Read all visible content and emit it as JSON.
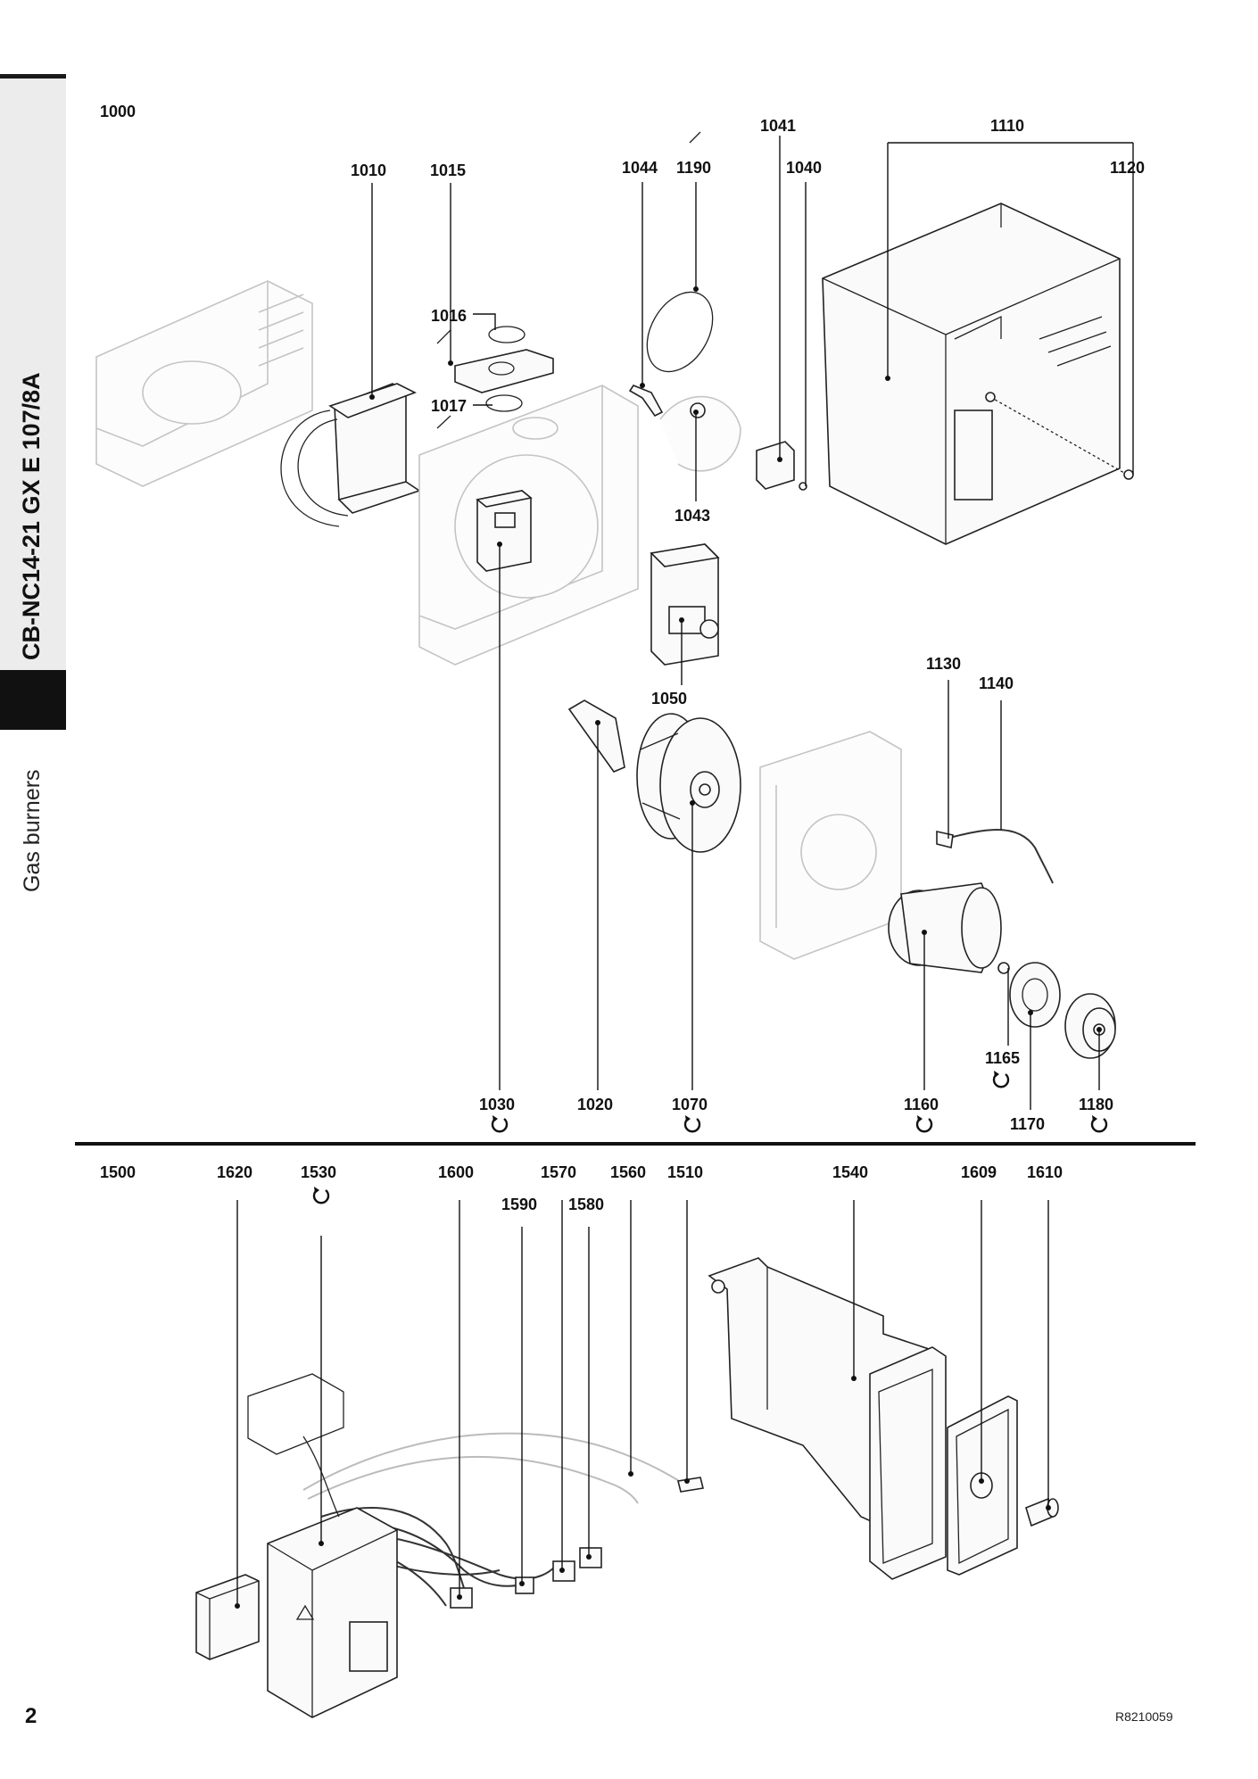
{
  "sidebar": {
    "model": "CB-NC14-21 GX E 107/8A",
    "section": "Gas burners"
  },
  "page_number": "2",
  "drawing_ref": "R8210059",
  "groups": {
    "upper": "1000",
    "lower": "1500"
  },
  "parts": {
    "p1010": "1010",
    "p1015": "1015",
    "p1016": "1016",
    "p1017": "1017",
    "p1044": "1044",
    "p1190": "1190",
    "p1041": "1041",
    "p1040": "1040",
    "p1110": "1110",
    "p1120": "1120",
    "p1043": "1043",
    "p1050": "1050",
    "p1130": "1130",
    "p1140": "1140",
    "p1165": "1165",
    "p1030": "1030",
    "p1020": "1020",
    "p1070": "1070",
    "p1160": "1160",
    "p1170": "1170",
    "p1180": "1180",
    "p1620": "1620",
    "p1530": "1530",
    "p1600": "1600",
    "p1570": "1570",
    "p1560": "1560",
    "p1510": "1510",
    "p1590": "1590",
    "p1580": "1580",
    "p1540": "1540",
    "p1609": "1609",
    "p1610": "1610"
  }
}
